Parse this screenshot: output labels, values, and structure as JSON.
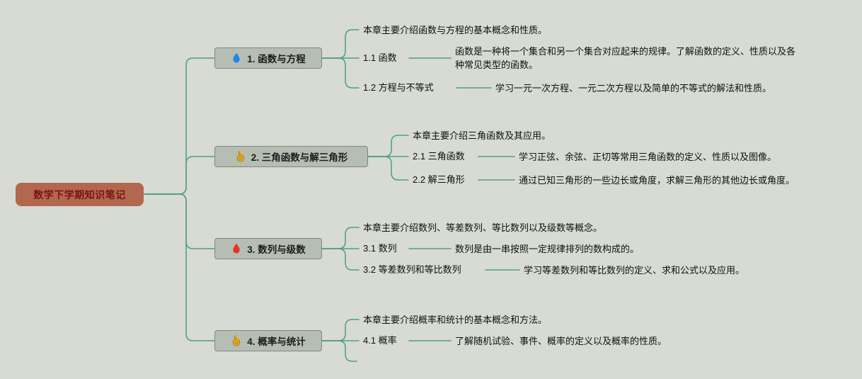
{
  "canvas": {
    "bg": "#d7dbd3",
    "line_color": "#4f9d8b"
  },
  "root": {
    "label": "数学下学期知识笔记",
    "bg": "#b2684e",
    "text_color": "#7c1412"
  },
  "branches": [
    {
      "label": "1. 函数与方程",
      "icon": "blue-flame-icon",
      "icon_color": "#1f88e5",
      "note": "本章主要介绍函数与方程的基本概念和性质。",
      "children": [
        {
          "label": "1.1 函数",
          "desc": "函数是一种将一个集合和另一个集合对应起来的规律。了解函数的定义、性质以及各种常见类型的函数。"
        },
        {
          "label": "1.2 方程与不等式",
          "desc": "学习一元一次方程、一元二次方程以及简单的不等式的解法和性质。"
        }
      ]
    },
    {
      "label": "2. 三角函数与解三角形",
      "icon": "medal-icon",
      "icon_color": "#f0b429",
      "note": "本章主要介绍三角函数及其应用。",
      "children": [
        {
          "label": "2.1 三角函数",
          "desc": "学习正弦、余弦、正切等常用三角函数的定义、性质以及图像。"
        },
        {
          "label": "2.2 解三角形",
          "desc": "通过已知三角形的一些边长或角度，求解三角形的其他边长或角度。"
        }
      ]
    },
    {
      "label": "3. 数列与级数",
      "icon": "red-flame-icon",
      "icon_color": "#e53227",
      "note": "本章主要介绍数列、等差数列、等比数列以及级数等概念。",
      "children": [
        {
          "label": "3.1 数列",
          "desc": "数列是由一串按照一定规律排列的数构成的。"
        },
        {
          "label": "3.2 等差数列和等比数列",
          "desc": "学习等差数列和等比数列的定义、求和公式以及应用。"
        }
      ]
    },
    {
      "label": "4. 概率与统计",
      "icon": "medal-icon",
      "icon_color": "#f0b429",
      "note": "本章主要介绍概率和统计的基本概念和方法。",
      "children": [
        {
          "label": "4.1 概率",
          "desc": "了解随机试验、事件、概率的定义以及概率的性质。"
        }
      ]
    }
  ]
}
